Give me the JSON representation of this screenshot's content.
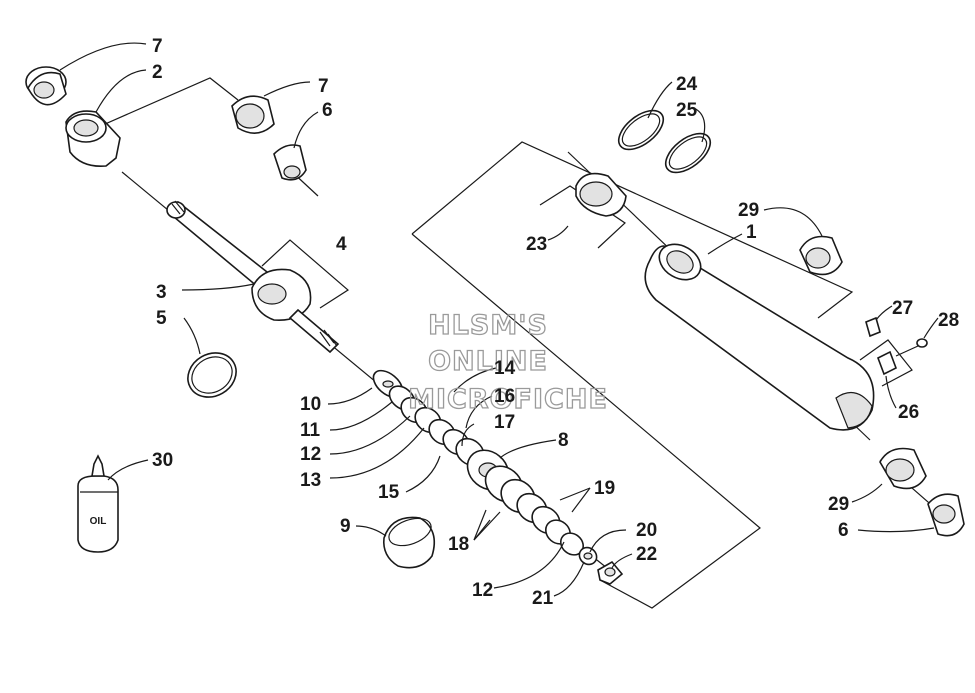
{
  "watermark": {
    "line1": "HLSM'S",
    "line2": "ONLINE",
    "line3": "MICROFICHE"
  },
  "bottle": {
    "text": "OIL"
  },
  "callouts": [
    {
      "id": "c7a",
      "text": "7"
    },
    {
      "id": "c2",
      "text": "2"
    },
    {
      "id": "c7b",
      "text": "7"
    },
    {
      "id": "c6a",
      "text": "6"
    },
    {
      "id": "c4",
      "text": "4"
    },
    {
      "id": "c3",
      "text": "3"
    },
    {
      "id": "c5",
      "text": "5"
    },
    {
      "id": "c24",
      "text": "24"
    },
    {
      "id": "c25",
      "text": "25"
    },
    {
      "id": "c23",
      "text": "23"
    },
    {
      "id": "c29a",
      "text": "29"
    },
    {
      "id": "c1",
      "text": "1"
    },
    {
      "id": "c27",
      "text": "27"
    },
    {
      "id": "c28",
      "text": "28"
    },
    {
      "id": "c26",
      "text": "26"
    },
    {
      "id": "c14",
      "text": "14"
    },
    {
      "id": "c16",
      "text": "16"
    },
    {
      "id": "c17",
      "text": "17"
    },
    {
      "id": "c10",
      "text": "10"
    },
    {
      "id": "c11",
      "text": "11"
    },
    {
      "id": "c12a",
      "text": "12"
    },
    {
      "id": "c13",
      "text": "13"
    },
    {
      "id": "c8",
      "text": "8"
    },
    {
      "id": "c15",
      "text": "15"
    },
    {
      "id": "c30",
      "text": "30"
    },
    {
      "id": "c19",
      "text": "19"
    },
    {
      "id": "c20",
      "text": "20"
    },
    {
      "id": "c9",
      "text": "9"
    },
    {
      "id": "c18",
      "text": "18"
    },
    {
      "id": "c22",
      "text": "22"
    },
    {
      "id": "c12b",
      "text": "12"
    },
    {
      "id": "c21",
      "text": "21"
    },
    {
      "id": "c29b",
      "text": "29"
    },
    {
      "id": "c6b",
      "text": "6"
    }
  ]
}
